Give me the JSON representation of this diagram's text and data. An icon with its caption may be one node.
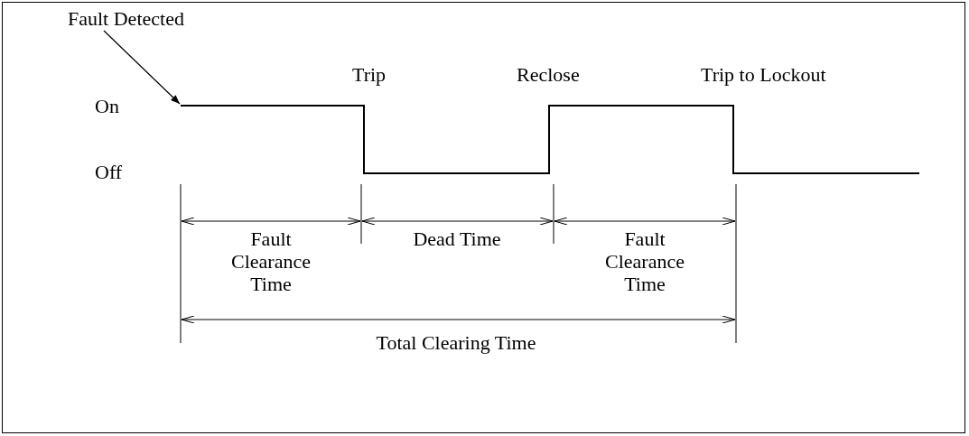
{
  "diagram": {
    "nodes": [
      {
        "text": [
          "Fault Detected"
        ]
      },
      {
        "text": [],
        "shape": "line"
      }
    ],
    "edges": [
      {
        "from": 0,
        "to": 1,
        "arrow": "to"
      }
    ],
    "labels": [
      "Trip",
      "Reclose",
      "Trip to Lockout",
      "On",
      "Off",
      "Fault Clearance Time",
      "Dead Time",
      "Fault Clearance Time",
      "Total Clearing Time"
    ]
  }
}
